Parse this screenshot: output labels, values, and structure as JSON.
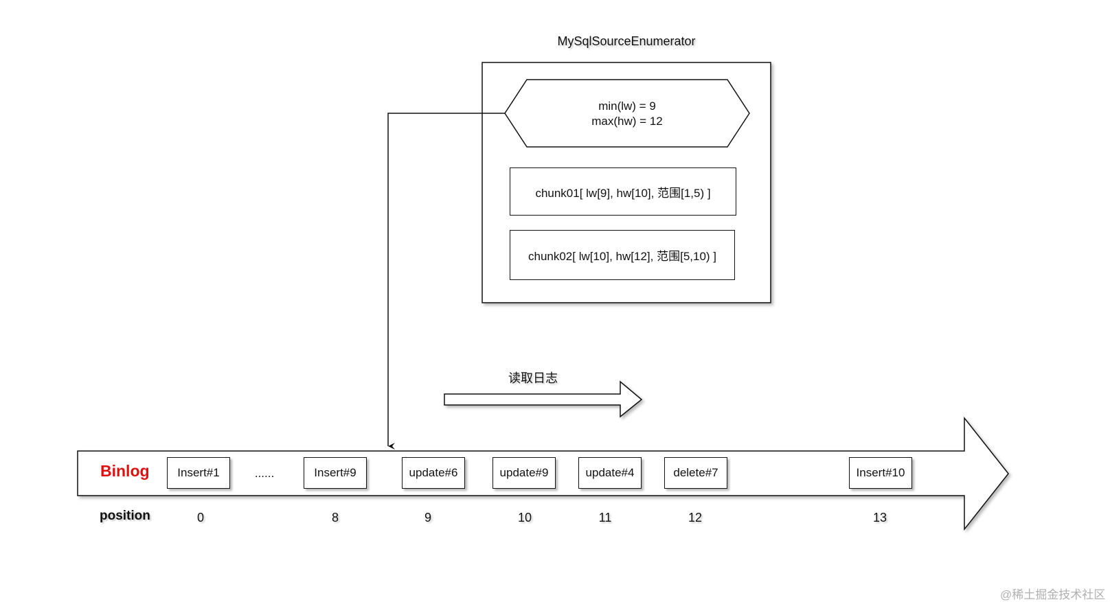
{
  "enumerator": {
    "title": "MySqlSourceEnumerator",
    "watermark_line1": "min(lw) = 9",
    "watermark_line2": "max(hw) = 12",
    "chunks": [
      "chunk01[ lw[9], hw[10], 范围[1,5) ]",
      "chunk02[ lw[10], hw[12], 范围[5,10) ]"
    ]
  },
  "read_log_label": "读取日志",
  "binlog": {
    "label": "Binlog",
    "label_color": "#e01010",
    "position_label": "position",
    "events": [
      "Insert#1",
      "......",
      "Insert#9",
      "update#6",
      "update#9",
      "update#4",
      "delete#7",
      "Insert#10"
    ],
    "positions": [
      "0",
      "8",
      "9",
      "10",
      "11",
      "12",
      "13"
    ]
  },
  "footer": {
    "credit": "@稀土掘金技术社区"
  }
}
